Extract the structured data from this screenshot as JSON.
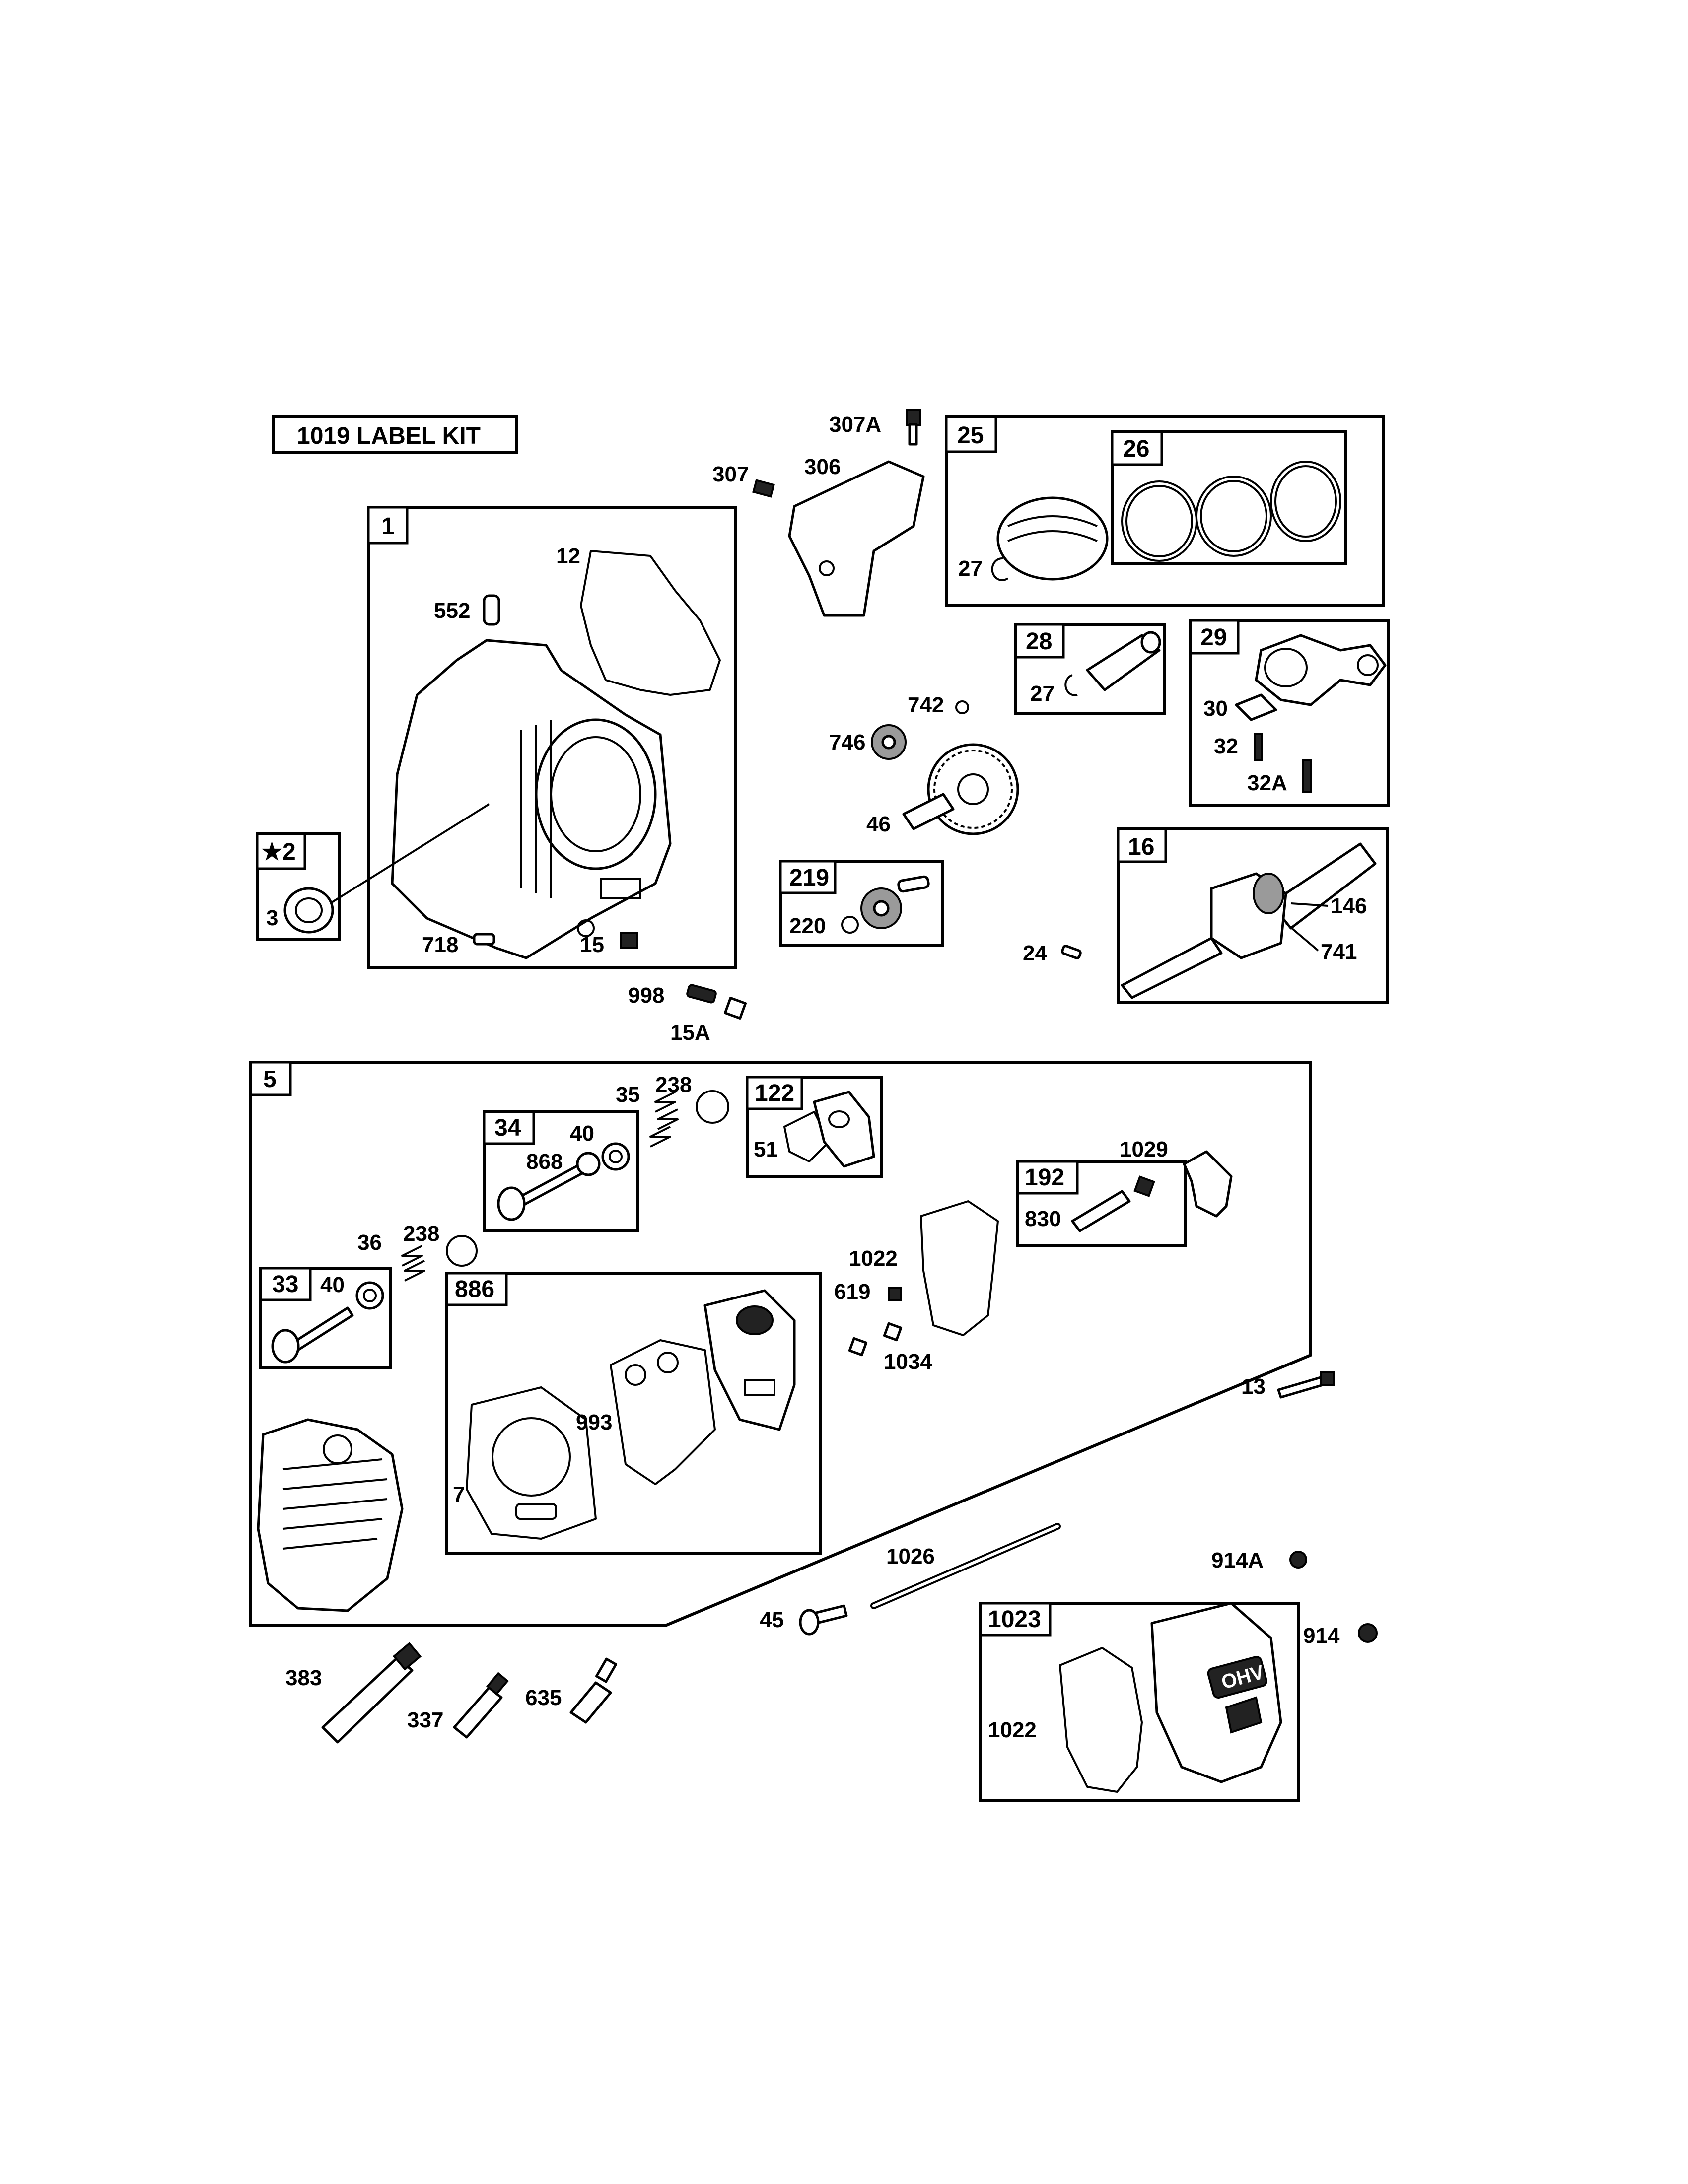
{
  "label_kit": "1019 LABEL KIT",
  "assemblies": {
    "a1": "1",
    "a2": "★2",
    "a5": "5",
    "a16": "16",
    "a25": "25",
    "a26": "26",
    "a28": "28",
    "a29": "29",
    "a33": "33",
    "a34": "34",
    "a122": "122",
    "a192": "192",
    "a219": "219",
    "a886": "886",
    "a1023": "1023"
  },
  "callouts": {
    "p12": "12",
    "p552": "552",
    "p3": "3",
    "p718": "718",
    "p15": "15",
    "p998": "998",
    "p15A": "15A",
    "p307A": "307A",
    "p307": "307",
    "p306": "306",
    "p27a": "27",
    "p27b": "27",
    "p742": "742",
    "p746": "746",
    "p46": "46",
    "p30": "30",
    "p32": "32",
    "p32A": "32A",
    "p220": "220",
    "p24": "24",
    "p146": "146",
    "p741": "741",
    "p35": "35",
    "p238a": "238",
    "p238b": "238",
    "p40a": "40",
    "p40b": "40",
    "p868": "868",
    "p51": "51",
    "p36": "36",
    "p1029": "1029",
    "p830": "830",
    "p1022a": "1022",
    "p619": "619",
    "p1034": "1034",
    "p993": "993",
    "p7": "7",
    "p13": "13",
    "p1026": "1026",
    "p45": "45",
    "p914A": "914A",
    "p914": "914",
    "p1022b": "1022",
    "p383": "383",
    "p337": "337",
    "p635": "635"
  },
  "valve_cover_logo": "OHV"
}
